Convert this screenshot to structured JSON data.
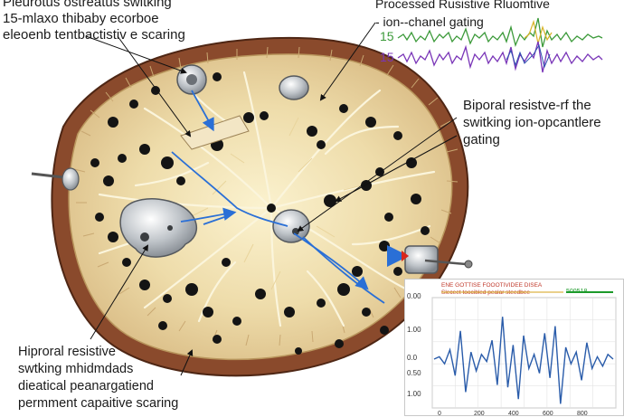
{
  "annotations": {
    "top_left": [
      "Pleurotus ostreatus switking",
      "15-mlaxo thibaby ecorboe",
      "eleoenb tentbactistiv e scaring"
    ],
    "top_right": [
      "Processed Rusistive Rluomtive",
      "- ion--chanel gating"
    ],
    "middle_right": [
      "Biporal resistve-rf the",
      "switking ion-opcantlere",
      "gating"
    ],
    "bottom_left": [
      "Hiproral resistive",
      "swtking mhidmdads",
      "dieatical peanargatiend",
      "permment capaitive scaring"
    ]
  },
  "waveforms": {
    "labels": [
      "15",
      "15"
    ],
    "colors": [
      "#3c9a3a",
      "#7a36b8"
    ]
  },
  "inset_plot": {
    "header_line1": "ENE GOTTISE FOOOTIVIDEE DISEA",
    "header_line2": "Sleceet toocibled pealar steedbee",
    "stat_label": "500518",
    "y_ticks": [
      "0.00",
      "1.00",
      "0.0",
      "0.50",
      "1.00"
    ],
    "x_ticks": [
      "0",
      "200",
      "400",
      "600",
      "800"
    ],
    "series": [
      {
        "values": [
          0,
          0.05,
          -0.1,
          0.2,
          -0.35,
          0.6,
          -0.7,
          0.15,
          -0.25,
          0.1,
          -0.05,
          0.4,
          -0.55,
          0.9,
          -0.6,
          0.3,
          -0.85,
          0.5,
          -0.2,
          0.1,
          -0.3,
          0.55,
          -0.4,
          0.7,
          -0.95,
          0.25,
          -0.1,
          0.15,
          -0.45,
          0.35,
          -0.2,
          0.05,
          -0.15,
          0.1,
          0
        ]
      }
    ]
  },
  "colors": {
    "cap": "#8a4a2c",
    "flesh": "#ecd9a8",
    "veins": "#f5eccc",
    "spots": "#141414",
    "electrode": "#b7bcc2",
    "arrow_blue": "#2a6fd6",
    "arrow_red": "#d8261b"
  }
}
